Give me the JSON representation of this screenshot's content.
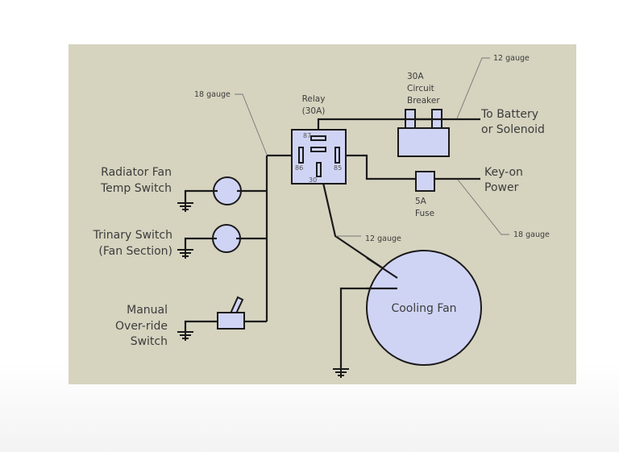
{
  "colors": {
    "panel_background": "#d6d3bf",
    "component_fill": "#d0d4f4",
    "wire": "#1a1a1a"
  },
  "labels": {
    "radiator_fan_switch": [
      "Radiator Fan",
      "Temp Switch"
    ],
    "trinary_switch": [
      "Trinary Switch",
      "(Fan Section)"
    ],
    "manual_override": [
      "Manual",
      "Over-ride",
      "Switch"
    ],
    "relay": [
      "Relay",
      "(30A)"
    ],
    "relay_pins": {
      "p87": "87",
      "p86": "86",
      "p85": "85",
      "p30": "30"
    },
    "circuit_breaker": [
      "30A",
      "Circuit",
      "Breaker"
    ],
    "battery": [
      "To Battery",
      "or Solenoid"
    ],
    "key_on": [
      "Key-on",
      "Power"
    ],
    "fuse": [
      "5A",
      "Fuse"
    ],
    "cooling_fan": "Cooling Fan"
  },
  "annotations": {
    "gauge_18_switch_bus": "18 gauge",
    "gauge_12_battery": "12 gauge",
    "gauge_18_key_on": "18 gauge",
    "gauge_12_fan": "12 gauge"
  }
}
